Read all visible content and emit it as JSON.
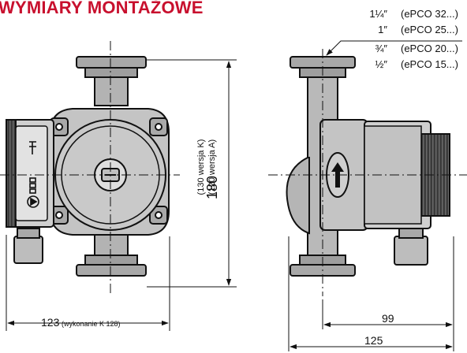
{
  "title": "WYMIARY MONTAŻOWE",
  "threads": [
    {
      "size": "1¼″",
      "model": "(ePCO 32...)"
    },
    {
      "size": "1″",
      "model": "(ePCO 25...)"
    },
    {
      "size": "¾″",
      "model": "(ePCO 20...)"
    },
    {
      "size": "½″",
      "model": "(ePCO 15...)"
    }
  ],
  "front_view": {
    "height": "180",
    "height_note_1": "(130 wersja K)",
    "height_note_2": "(120 wersja A)",
    "width": "123",
    "width_note": "(wykonanie K 128)"
  },
  "side_view": {
    "motor_width": "99",
    "total_width": "125"
  }
}
